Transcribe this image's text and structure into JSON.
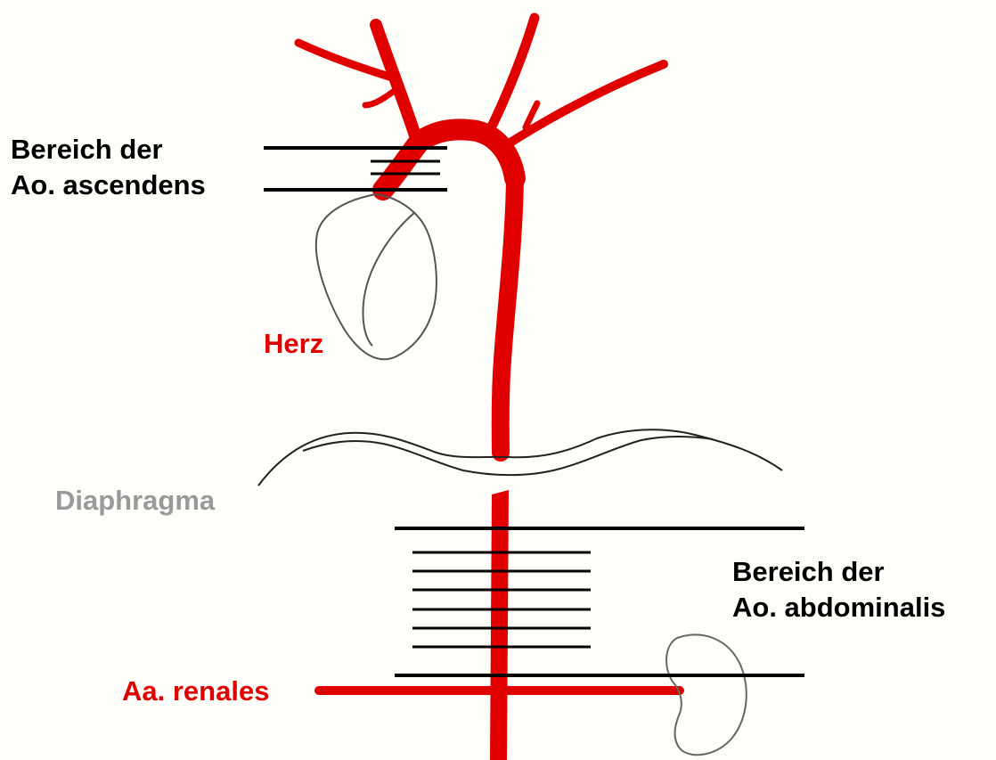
{
  "labels": {
    "ascendens": [
      "Bereich der",
      "Ao. ascendens"
    ],
    "herz": "Herz",
    "diaphragma": "Diaphragma",
    "abdominalis": [
      "Bereich der",
      "Ao. abdominalis"
    ],
    "renales": "Aa. renales"
  },
  "colors": {
    "artery": "#e00000",
    "outline": "#555555",
    "diaphragm": "#222222",
    "scan_lines": "#000000",
    "text": "#000000",
    "text_red": "#e00000",
    "text_gray": "#9a9a9a"
  }
}
